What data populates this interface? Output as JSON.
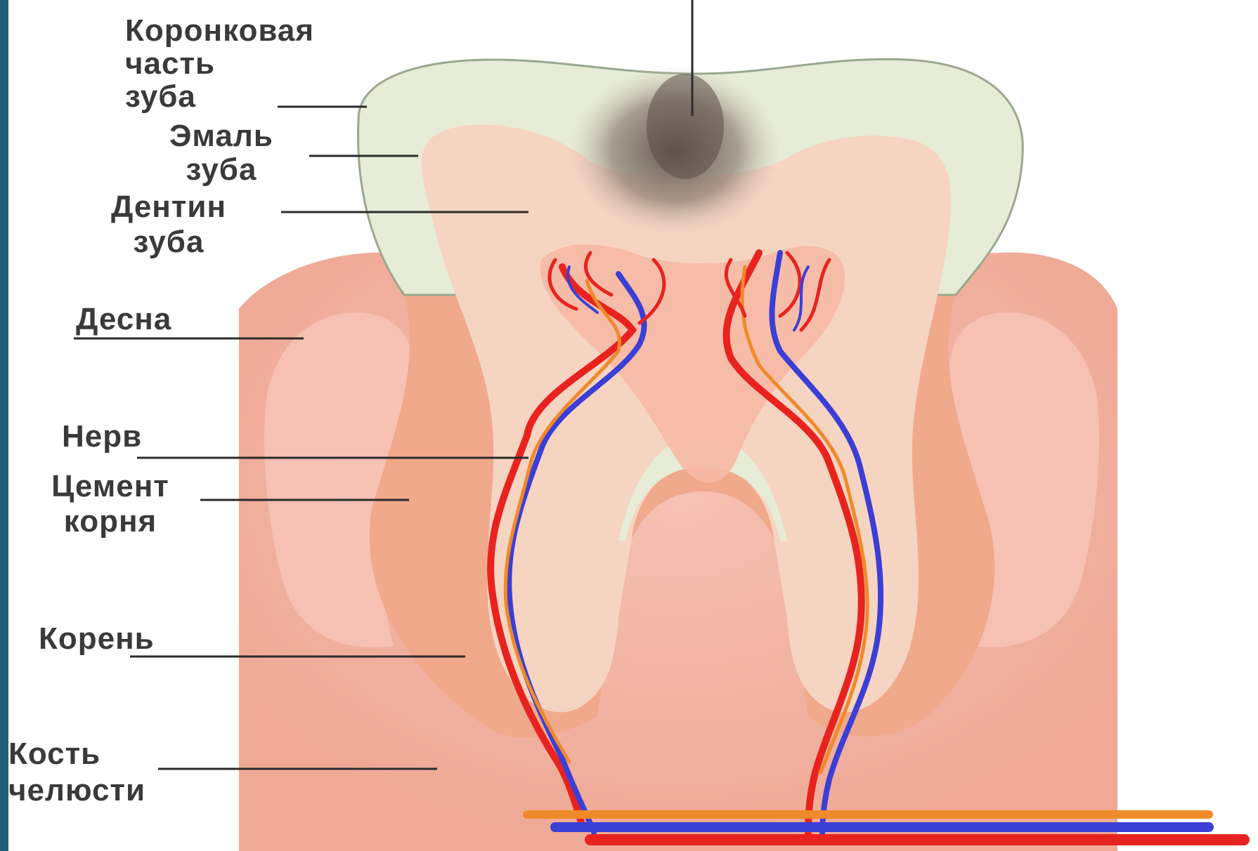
{
  "labels": {
    "crown": [
      "Коронковая",
      "часть",
      "зуба"
    ],
    "enamel": [
      "Эмаль",
      "зуба"
    ],
    "dentin": [
      "Дентин",
      "зуба"
    ],
    "gum": "Десна",
    "nerve": "Нерв",
    "cement": [
      "Цемент",
      "корня"
    ],
    "root": "Корень",
    "jaw_bone": [
      "Кость",
      "челюсти"
    ]
  },
  "colors": {
    "frame": "#1d5f78",
    "enamel": "#e6ecd6",
    "dentin": "#f6d4c2",
    "gum": "#f3b4a4",
    "gum_edge": "#f1a98b",
    "artery": "#e8231f",
    "vein": "#3b3fd6",
    "nerve": "#ef8a2a",
    "caries": "#7a6a5e",
    "leader": "#2b2b2b"
  }
}
